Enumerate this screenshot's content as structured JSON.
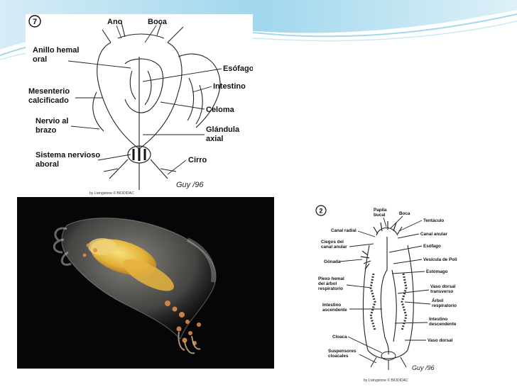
{
  "slide": {
    "accent": "#5bb3d6"
  },
  "figure_crinoid": {
    "number": "7",
    "labels": {
      "ano": "Ano",
      "boca": "Boca",
      "anillo_1": "Anillo hemal",
      "anillo_2": "oral",
      "esofago": "Esófago",
      "mesenterio_1": "Mesenterio",
      "mesenterio_2": "calcificado",
      "intestino": "Intestino",
      "celoma": "Celoma",
      "nervio_1": "Nervio al",
      "nervio_2": "brazo",
      "glandula_1": "Glándula",
      "glandula_2": "axial",
      "sistema_1": "Sistema nervioso",
      "sistema_2": "aboral",
      "cirro": "Cirro"
    },
    "credit": "by Livingstone © BIODIDAC",
    "signature": "Guy /96"
  },
  "photo_sea_cucumber": {
    "name": "sea-cucumber-photo"
  },
  "figure_holothurian": {
    "number": "2",
    "labels": {
      "papila_1": "Papila",
      "papila_2": "bucal",
      "boca": "Boca",
      "tentaculo": "Tentáculo",
      "canal_radial": "Canal radial",
      "canal_anular": "Canal anular",
      "ciegos_1": "Ciegos del",
      "ciegos_2": "canal anular",
      "esofago": "Esófago",
      "gonada": "Gónada",
      "vesicula": "Vesícula de Poli",
      "estomago": "Estómago",
      "plexo_1": "Plexo hemal",
      "plexo_2": "del árbol",
      "plexo_3": "respiratorio",
      "vaso_transverso_1": "Vaso dorsal",
      "vaso_transverso_2": "transverso",
      "arbol_1": "Árbol",
      "arbol_2": "respiratorio",
      "intestino_asc_1": "Intestino",
      "intestino_asc_2": "ascendente",
      "intestino_desc_1": "Intestino",
      "intestino_desc_2": "descendente",
      "cloaca": "Cloaca",
      "vaso_dorsal": "Vaso dorsal",
      "suspensores_1": "Suspensores",
      "suspensores_2": "cloacales"
    },
    "credit": "by Livingstone © BIODIDAC",
    "signature": "Guy /96"
  }
}
